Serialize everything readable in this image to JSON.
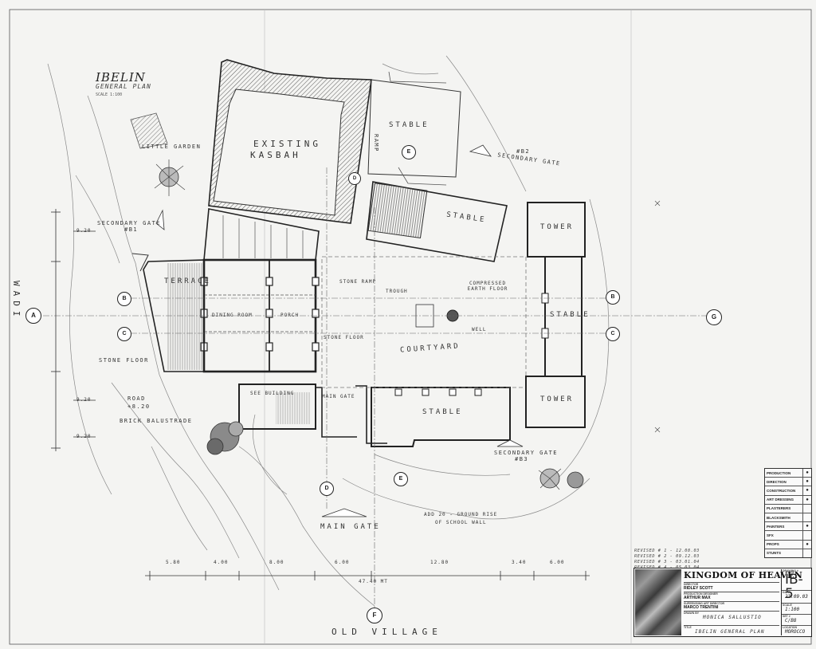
{
  "title": {
    "main": "IBELIN",
    "sub": "GENERAL PLAN",
    "scale": "SCALE 1:100"
  },
  "labels": {
    "existing": "EXISTING",
    "kasbah": "KASBAH",
    "little_garden": "LITTLE GARDEN",
    "stable_top": "STABLE",
    "ramp": "RAMP",
    "secondary_gate_b2": "SECONDARY GATE",
    "secondary_gate_b2_num": "#B2",
    "secondary_gate_b1": "SECONDARY GATE",
    "secondary_gate_b1_num": "#B1",
    "stable_mid": "STABLE",
    "tower_top": "TOWER",
    "terrace": "TERRACE",
    "dining_room": "DINING ROOM",
    "porch": "PORCH",
    "stone_ramp": "STONE RAMP",
    "trough": "TROUGH",
    "compressed_earth": "COMPRESSED EARTH FLOOR",
    "well": "WELL",
    "courtyard": "COURTYARD",
    "stable_right": "STABLE",
    "stone_floor_left": "STONE FLOOR",
    "stone_floor_mid": "STONE FLOOR",
    "road": "ROAD",
    "road_level": "+8.20",
    "brick_balustrade": "BRICK BALUSTRADE",
    "see_building": "SEE BUILDING",
    "main_gate_small": "MAIN GATE",
    "stable_bottom": "STABLE",
    "tower_bottom": "TOWER",
    "secondary_gate_b3": "SECONDARY GATE",
    "secondary_gate_b3_num": "#B3",
    "main_gate": "MAIN GATE",
    "add_note_1": "ADD 20 - GROUND RISE",
    "add_note_2": "OF SCHOOL WALL",
    "old_village": "OLD VILLAGE",
    "wadi": "WADI"
  },
  "dimensions": {
    "bottom": [
      "5.80",
      "4.00",
      "8.00",
      "6.00",
      "12.80",
      "3.40",
      "6.00"
    ],
    "total": "47.40 MT",
    "left_vertical": [
      "9.20",
      "9.20",
      "9.20"
    ]
  },
  "section_markers": [
    "A",
    "B",
    "C",
    "D",
    "E",
    "F",
    "G"
  ],
  "revisions": [
    "REVISED # 1 - 12.08.03",
    "REVISED # 2 - 09.12.03",
    "REVISED # 3 - 03.01.04",
    "REVISED # 4 - 05.03.04"
  ],
  "departments": [
    {
      "name": "PRODUCTION",
      "mark": "●"
    },
    {
      "name": "DIRECTION",
      "mark": "●"
    },
    {
      "name": "CONSTRUCTION",
      "mark": "●"
    },
    {
      "name": "ART DRESSING",
      "mark": "●"
    },
    {
      "name": "PLASTERERS",
      "mark": ""
    },
    {
      "name": "BLACKSMITH",
      "mark": ""
    },
    {
      "name": "PAINTERS",
      "mark": "●"
    },
    {
      "name": "SFX",
      "mark": ""
    },
    {
      "name": "PROPS",
      "mark": "●"
    },
    {
      "name": "STUNTS",
      "mark": ""
    }
  ],
  "title_block": {
    "project": "KINGDOM OF HEAVEN",
    "director_key": "DIRECTOR",
    "director": "RIDLEY SCOTT",
    "designer_key": "PRODUCTION DESIGNER",
    "designer": "ARTHUR MAX",
    "sup_art_key": "SUPERVISING ART DIRECTOR",
    "sup_art": "MARCO TRENTINI",
    "drawn_key": "DRAWN BY",
    "drawn_by": "MONICA SALLUSTIO",
    "title_key": "TITLE",
    "drawing_title": "IBELIN GENERAL PLAN",
    "drawing_no_key": "DRAWING #",
    "drawing_no": "IB-5",
    "date_key": "DATE",
    "date": "23.09.03",
    "scale_key": "SCALE",
    "scale": "1:100",
    "sheet_key": "SET #",
    "sheet": "C/B8",
    "location_key": "LOCATION",
    "location": "MOROCCO"
  }
}
